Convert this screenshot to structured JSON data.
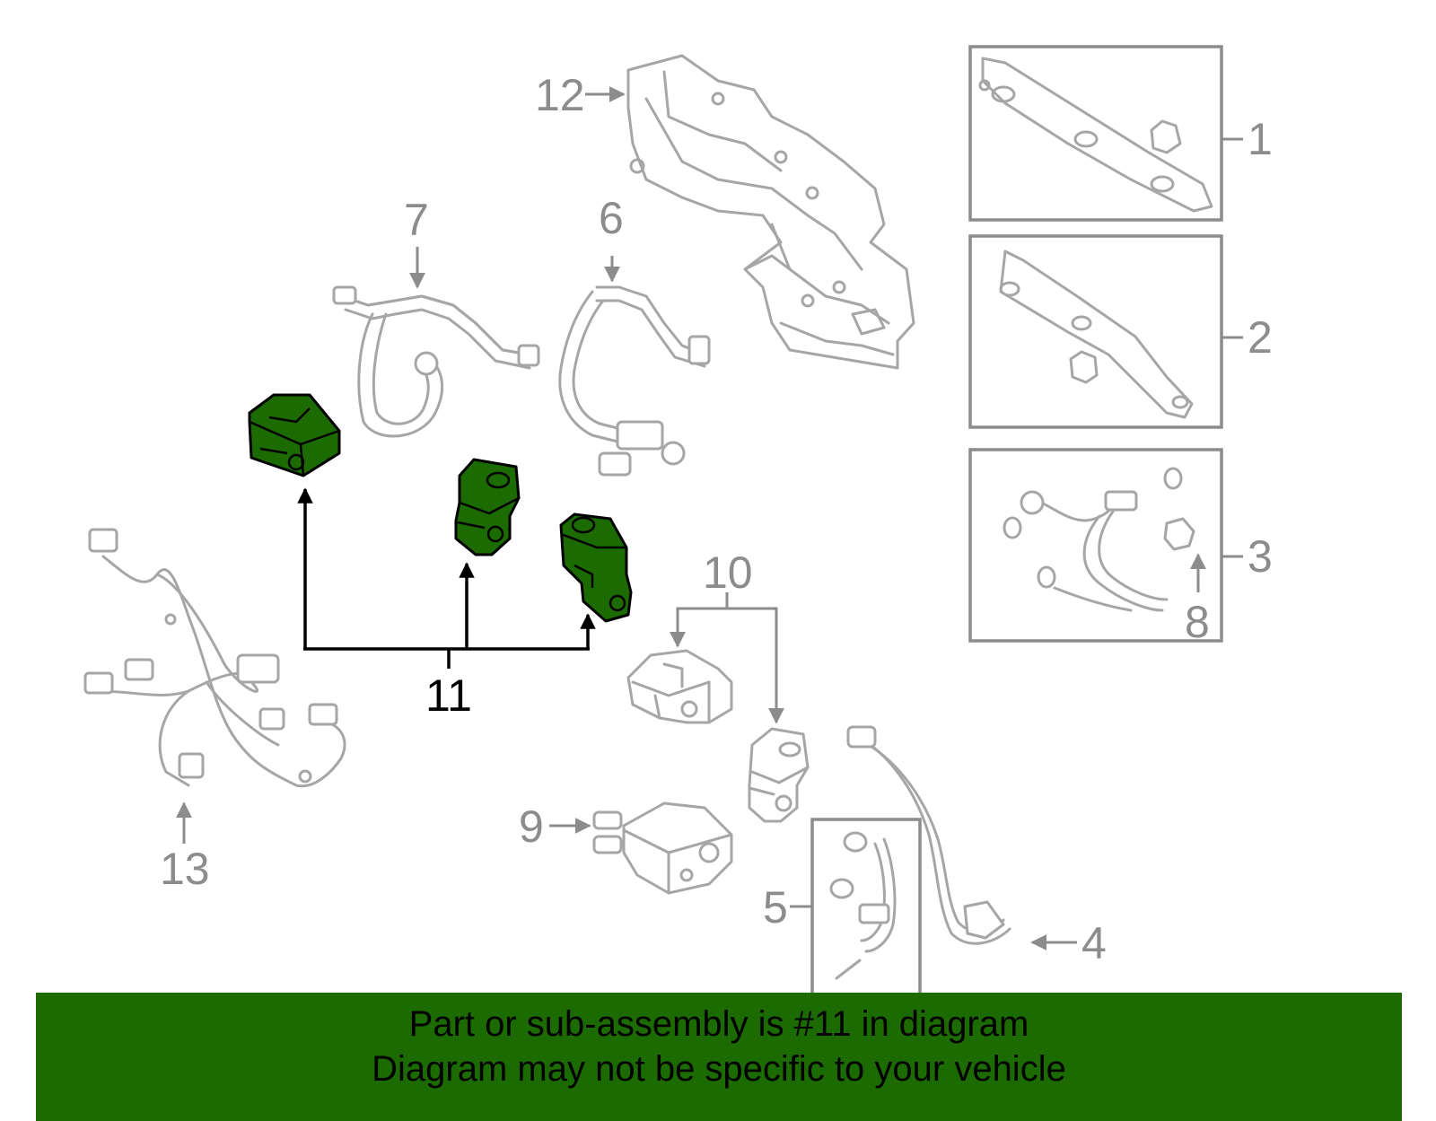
{
  "callouts": {
    "c1": "1",
    "c2": "2",
    "c3": "3",
    "c4": "4",
    "c5": "5",
    "c6": "6",
    "c7": "7",
    "c8": "8",
    "c9": "9",
    "c10": "10",
    "c11": "11",
    "c12": "12",
    "c13": "13"
  },
  "highlight_part": "11",
  "colors": {
    "highlight": "#1c6b00",
    "banner_bg": "#1c6b00",
    "part_stroke": "#a6a6a6",
    "label_gray": "#8c8c8c"
  },
  "banner": {
    "line1": "Part or sub-assembly is #11 in diagram",
    "line2": "Diagram may not be specific to your vehicle"
  }
}
